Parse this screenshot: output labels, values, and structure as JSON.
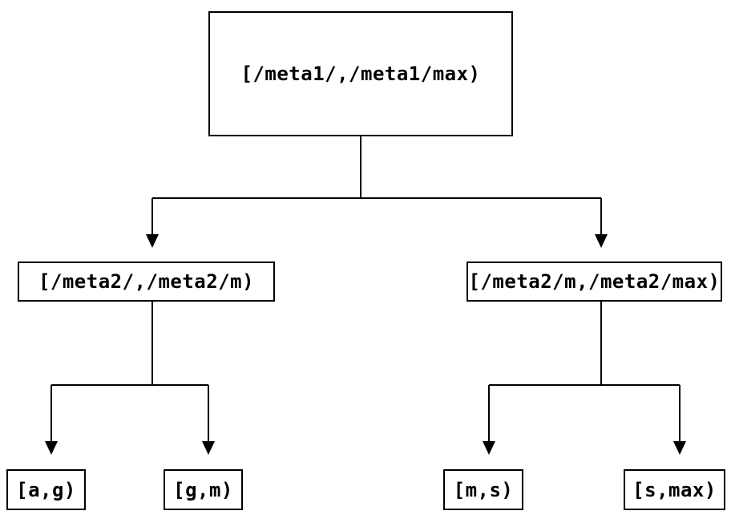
{
  "diagram": {
    "type": "tree",
    "colors": {
      "stroke": "#000000",
      "background": "#ffffff",
      "text": "#000000"
    },
    "nodes": {
      "root": {
        "label": "[/meta1/,/meta1/max)"
      },
      "mid_left": {
        "label": "[/meta2/,/meta2/m)"
      },
      "mid_right": {
        "label": "[/meta2/m,/meta2/max)"
      },
      "leaf_ag": {
        "label": "[a,g)"
      },
      "leaf_gm": {
        "label": "[g,m)"
      },
      "leaf_ms": {
        "label": "[m,s)"
      },
      "leaf_smax": {
        "label": "[s,max)"
      }
    },
    "edges": [
      {
        "from": "root",
        "to": "mid_left"
      },
      {
        "from": "root",
        "to": "mid_right"
      },
      {
        "from": "mid_left",
        "to": "leaf_ag"
      },
      {
        "from": "mid_left",
        "to": "leaf_gm"
      },
      {
        "from": "mid_right",
        "to": "leaf_ms"
      },
      {
        "from": "mid_right",
        "to": "leaf_smax"
      }
    ]
  }
}
